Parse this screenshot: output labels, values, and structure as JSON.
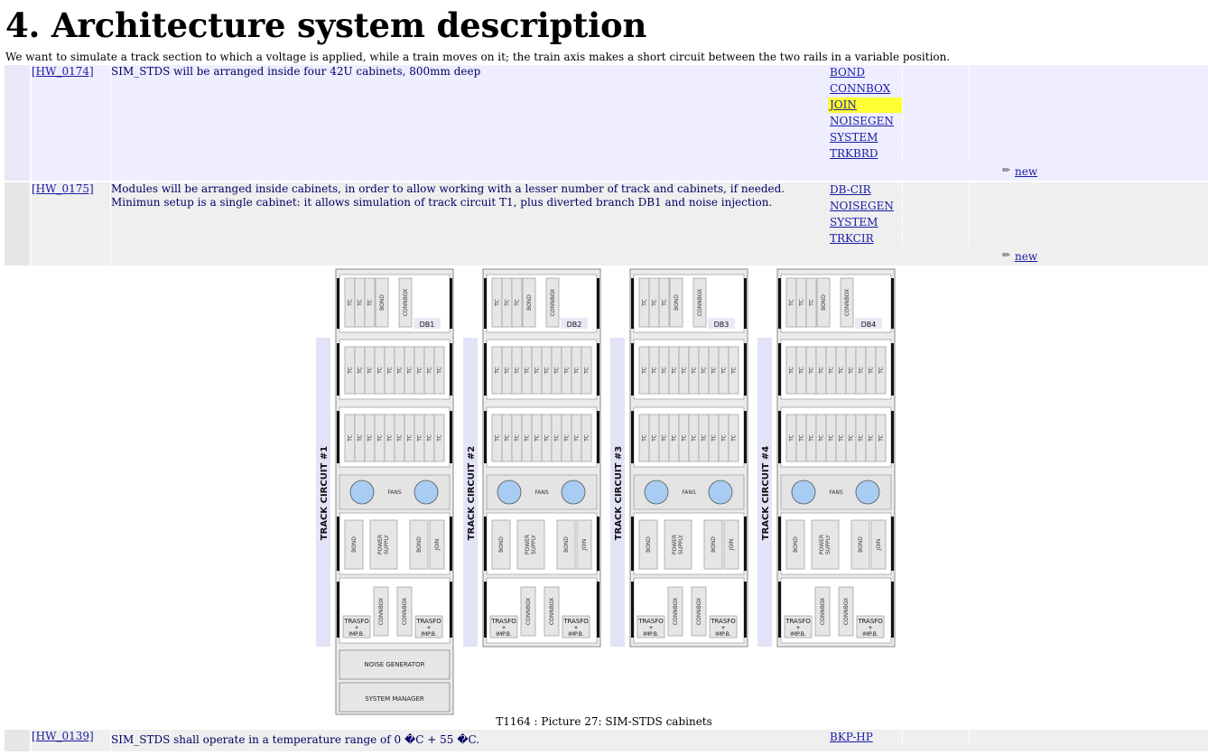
{
  "page": {
    "top_cut_text": "",
    "heading": "4. Architecture system description",
    "intro": "We want to simulate a track section to which a voltage is applied, while a train moves on it; the train axis makes a short circuit between the two rails in a variable position."
  },
  "requirements": [
    {
      "id": "[HW_0174]",
      "text": "SIM_STDS will be arranged inside four 42U cabinets, 800mm deep",
      "modules": [
        "BOND",
        "CONNBOX",
        "JOIN",
        "NOISEGEN",
        "SYSTEM",
        "TRKBRD"
      ],
      "highlighted_module": "JOIN",
      "new_label": "new"
    },
    {
      "id": "[HW_0175]",
      "text": "Modules will be arranged inside cabinets, in order to allow working with a lesser number of track and cabinets, if needed. Minimun setup is a single cabinet: it allows simulation of track circuit T1, plus diverted branch DB1 and noise injection.",
      "modules": [
        "DB-CIR",
        "NOISEGEN",
        "SYSTEM",
        "TRKCIR"
      ],
      "new_label": "new"
    },
    {
      "id": "[HW_0139]",
      "text": "SIM_STDS shall operate in a temperature range of 0 �C + 55 �C.",
      "modules": [
        "BKP-HP"
      ]
    }
  ],
  "figure": {
    "caption": "T1164 : Picture 27: SIM-STDS cabinets",
    "cabinets": [
      {
        "side_label": "TRACK CIRCUIT #1",
        "db_label": "DB1"
      },
      {
        "side_label": "TRACK CIRCUIT #2",
        "db_label": "DB2"
      },
      {
        "side_label": "TRACK CIRCUIT #3",
        "db_label": "DB3"
      },
      {
        "side_label": "TRACK CIRCUIT #4",
        "db_label": "DB4"
      }
    ],
    "labels": {
      "tc": "TC",
      "bond": "BOND",
      "connbox": "CONNBOX",
      "fans": "FANS",
      "power_supply_1": "POWER",
      "power_supply_2": "SUPPLY",
      "join": "JOIN",
      "trasfo_1": "TRASFO",
      "trasfo_2": "+",
      "trasfo_3": "IMP.B.",
      "noise_generator": "NOISE GENERATOR",
      "system_manager": "SYSTEM MANAGER"
    },
    "colors": {
      "fan_fill": "#a9cdf2",
      "side_band": "#e3e3f7",
      "cabinet_fill": "#ebebeb"
    }
  },
  "colors": {
    "row_bg": "#eeeeff",
    "row_bg_alt": "#efefef",
    "link": "#1a1aa6",
    "text": "#000066",
    "highlight": "#ffff33"
  }
}
